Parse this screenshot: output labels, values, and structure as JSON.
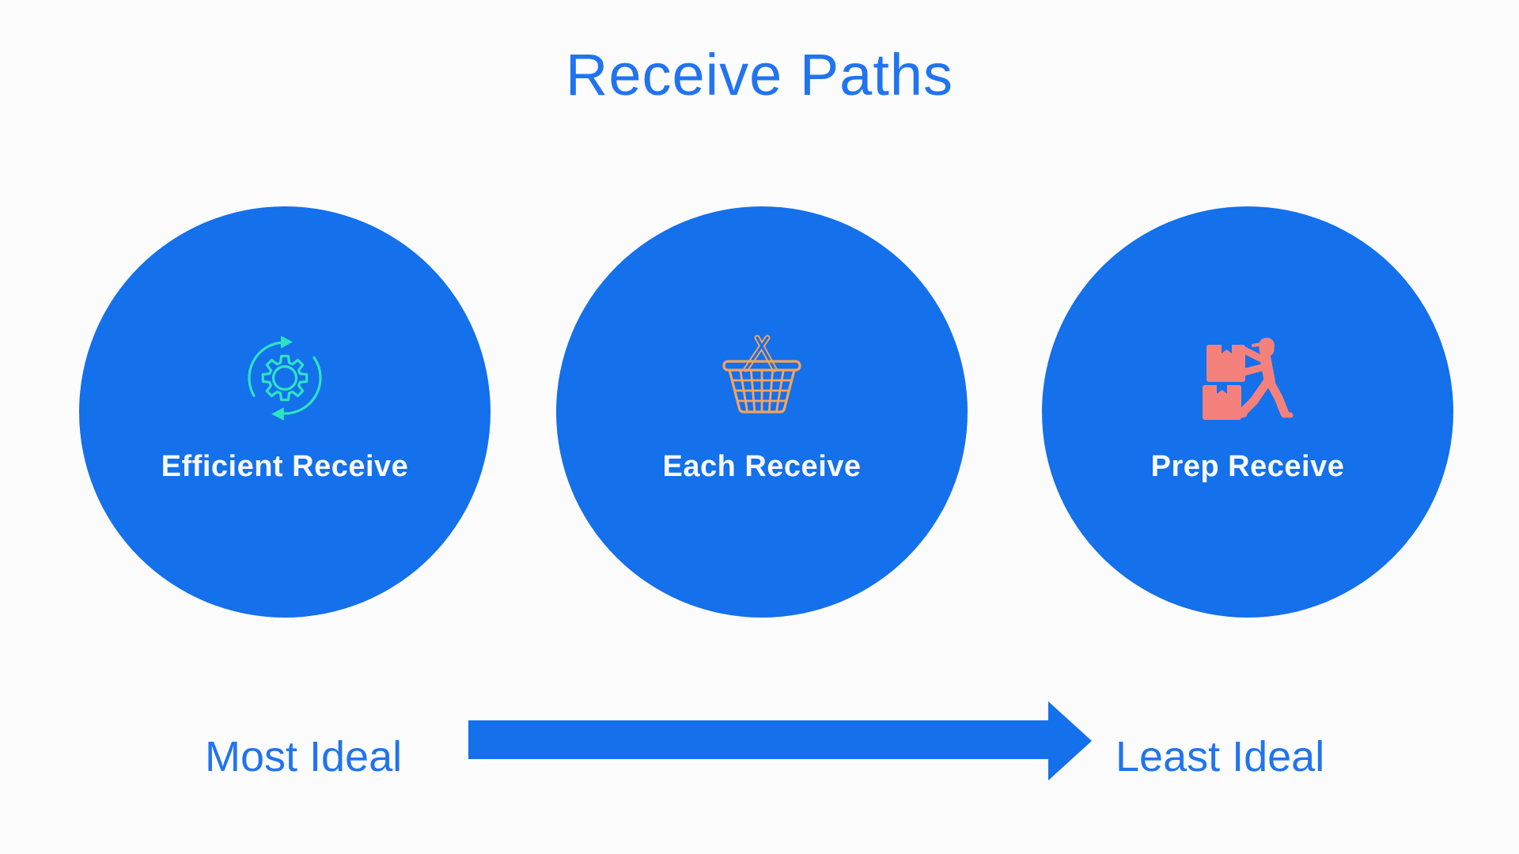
{
  "title": "Receive Paths",
  "nodes": [
    {
      "label": "Efficient Receive",
      "icon": "process-cycle-gear-icon",
      "icon_color": "#2EE2C4"
    },
    {
      "label": "Each Receive",
      "icon": "shopping-basket-icon",
      "icon_color": "#F3A45C"
    },
    {
      "label": "Prep Receive",
      "icon": "worker-stacking-boxes-icon",
      "icon_color": "#F5817C"
    }
  ],
  "scale": {
    "left_label": "Most Ideal",
    "right_label": "Least Ideal",
    "direction": "left-to-right"
  },
  "colors": {
    "background": "#FCFCFC",
    "circle_blue": "#1470EB",
    "text_blue": "#2174F0",
    "label_white": "#F7FAFC",
    "icon_teal": "#2EE2C4",
    "icon_orange": "#F3A45C",
    "icon_salmon": "#F5817C"
  }
}
